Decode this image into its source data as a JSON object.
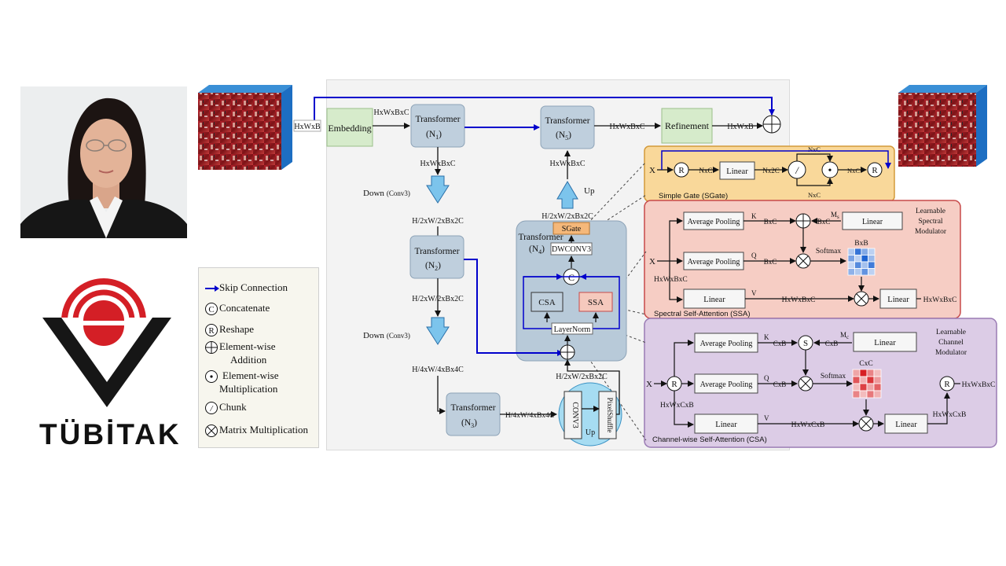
{
  "legend": {
    "skip": "Skip Connection",
    "concat_sym": "C",
    "concat": "Concatenate",
    "reshape_sym": "R",
    "reshape": "Reshape",
    "add_1": "Element-wise",
    "add_2": "Addition",
    "mul_1": "Element-wise",
    "mul_2": "Multiplication",
    "chunk_sym": "/",
    "chunk": "Chunk",
    "matmul": "Matrix Multiplication"
  },
  "logo": {
    "text": "TÜBİTAK"
  },
  "colors": {
    "accent_blue": "#0000cc",
    "sgate_bg": "#f9d89a",
    "ssa_bg": "#f6cdc4",
    "csa_bg": "#dccce6",
    "transformer_box": "#bfcfdd",
    "green_box": "#d6ebcb"
  },
  "main": {
    "input_label": "HxWxB",
    "embedding": "Embedding",
    "emb_out": "HxWxBxC",
    "t1_a": "Transformer",
    "t1_b": "(N",
    "t1_sub": "1",
    "t1_c": ")",
    "t1_out": "HxWxBxC",
    "down1": "Down",
    "down1_b": "(Conv3)",
    "h2": "H/2xW/2xBx2C",
    "t2_a": "Transformer",
    "t2_b": "(N",
    "t2_sub": "2",
    "t2_c": ")",
    "h2b": "H/2xW/2xBx2C",
    "down2": "Down",
    "down2_b": "(Conv3)",
    "h4": "H/4xW/4xBx4C",
    "t3_a": "Transformer",
    "t3_b": "(N",
    "t3_sub": "3",
    "t3_c": ")",
    "t3_out": "H/4xW/4xBx4C",
    "conv3": "CONV3",
    "up_small": "Up",
    "pixelshuffle": "PixelShuffle",
    "h2c": "H/2xW/2xBx2C",
    "t4_a": "Transformer",
    "t4_b": "(N",
    "t4_sub": "4",
    "t4_c": ")",
    "sgate": "SGate",
    "dwconv": "DWCONV3",
    "c_sym": "C",
    "csa": "CSA",
    "ssa": "SSA",
    "layernorm": "LayerNorm",
    "h2d": "H/2xW/2xBx2C",
    "up": "Up",
    "t5_in": "HxWxBxC",
    "t5_a": "Transformer",
    "t5_b": "(N",
    "t5_sub": "5",
    "t5_c": ")",
    "t5_out": "HxWxBxC",
    "refinement": "Refinement",
    "ref_out": "HxWxB"
  },
  "sgate": {
    "x": "X",
    "r1": "R",
    "nxc": "NxC",
    "linear": "Linear",
    "nx2c": "Nx2C",
    "chunk": "/",
    "nxc_top": "NxC",
    "nxc_bot": "NxC",
    "dot": "•",
    "nxc_out": "NxC",
    "r2": "R",
    "title": "Simple Gate (SGate)"
  },
  "ssa": {
    "avgpool_k": "Average Pooling",
    "k": "K",
    "bxc1": "BxC",
    "bxc2": "BxC",
    "ms": "M",
    "ms_sub": "s",
    "linear_ms": "Linear",
    "lsm_1": "Learnable",
    "lsm_2": "Spectral",
    "lsm_3": "Modulator",
    "x": "X",
    "avgpool_q": "Average Pooling",
    "q": "Q",
    "bxc3": "BxC",
    "softmax": "Softmax",
    "bxb": "BxB",
    "hwbc": "HxWxBxC",
    "linear_v": "Linear",
    "v": "V",
    "hwbc2": "HxWxBxC",
    "linear_out": "Linear",
    "hwbc_out": "HxWxBxC",
    "title": "Spectral Self-Attention (SSA)"
  },
  "csa": {
    "avgpool_k": "Average Pooling",
    "k": "K",
    "cxb1": "CxB",
    "s": "S",
    "cxb2": "CxB",
    "mc": "M",
    "mc_sub": "c",
    "linear_mc": "Linear",
    "lcm_1": "Learnable",
    "lcm_2": "Channel",
    "lcm_3": "Modulator",
    "x": "X",
    "r1": "R",
    "avgpool_q": "Average Pooling",
    "q": "Q",
    "cxb3": "CxB",
    "softmax": "Softmax",
    "cxc": "CxC",
    "r2": "R",
    "hwbc_out": "HxWxBxC",
    "hwcb": "HxWxCxB",
    "linear_v": "Linear",
    "v": "V",
    "hwcb2": "HxWxCxB",
    "linear_out": "Linear",
    "hwcb3": "HxWxCxB",
    "title": "Channel-wise Self-Attention (CSA)"
  },
  "heatmaps": {
    "bxb": [
      [
        0.35,
        0.9,
        0.55,
        0.3
      ],
      [
        0.6,
        0.3,
        1.0,
        0.45
      ],
      [
        0.25,
        0.75,
        0.4,
        0.85
      ],
      [
        0.5,
        0.35,
        0.7,
        0.3
      ]
    ],
    "cxc": [
      [
        0.4,
        1.0,
        0.55,
        0.3
      ],
      [
        0.75,
        0.35,
        0.9,
        0.45
      ],
      [
        0.3,
        0.85,
        0.4,
        0.7
      ],
      [
        0.55,
        0.3,
        0.6,
        0.35
      ]
    ]
  }
}
